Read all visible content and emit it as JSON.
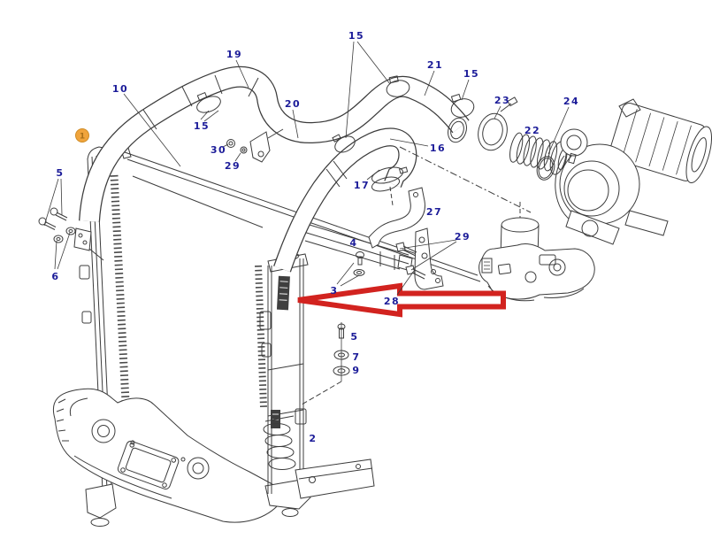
{
  "diagram": {
    "type": "exploded-parts-diagram",
    "background": "#ffffff",
    "line_color": "#3c3c3c",
    "label_color": "#1c1c99",
    "highlight_arrow": {
      "color": "#d2231f",
      "points_to_part": "28"
    },
    "selection_badge": {
      "text": "1",
      "fill": "#f0a43c",
      "border": "#cf8c25",
      "text_color": "#a9701a"
    },
    "part_labels": [
      {
        "text": "10"
      },
      {
        "text": "19"
      },
      {
        "text": "15"
      },
      {
        "text": "20"
      },
      {
        "text": "30"
      },
      {
        "text": "29"
      },
      {
        "text": "15"
      },
      {
        "text": "21"
      },
      {
        "text": "15"
      },
      {
        "text": "23"
      },
      {
        "text": "24"
      },
      {
        "text": "22"
      },
      {
        "text": "16"
      },
      {
        "text": "17"
      },
      {
        "text": "27"
      },
      {
        "text": "29"
      },
      {
        "text": "4"
      },
      {
        "text": "3"
      },
      {
        "text": "28"
      },
      {
        "text": "5"
      },
      {
        "text": "7"
      },
      {
        "text": "9"
      },
      {
        "text": "2"
      },
      {
        "text": "5"
      },
      {
        "text": "6"
      }
    ]
  }
}
